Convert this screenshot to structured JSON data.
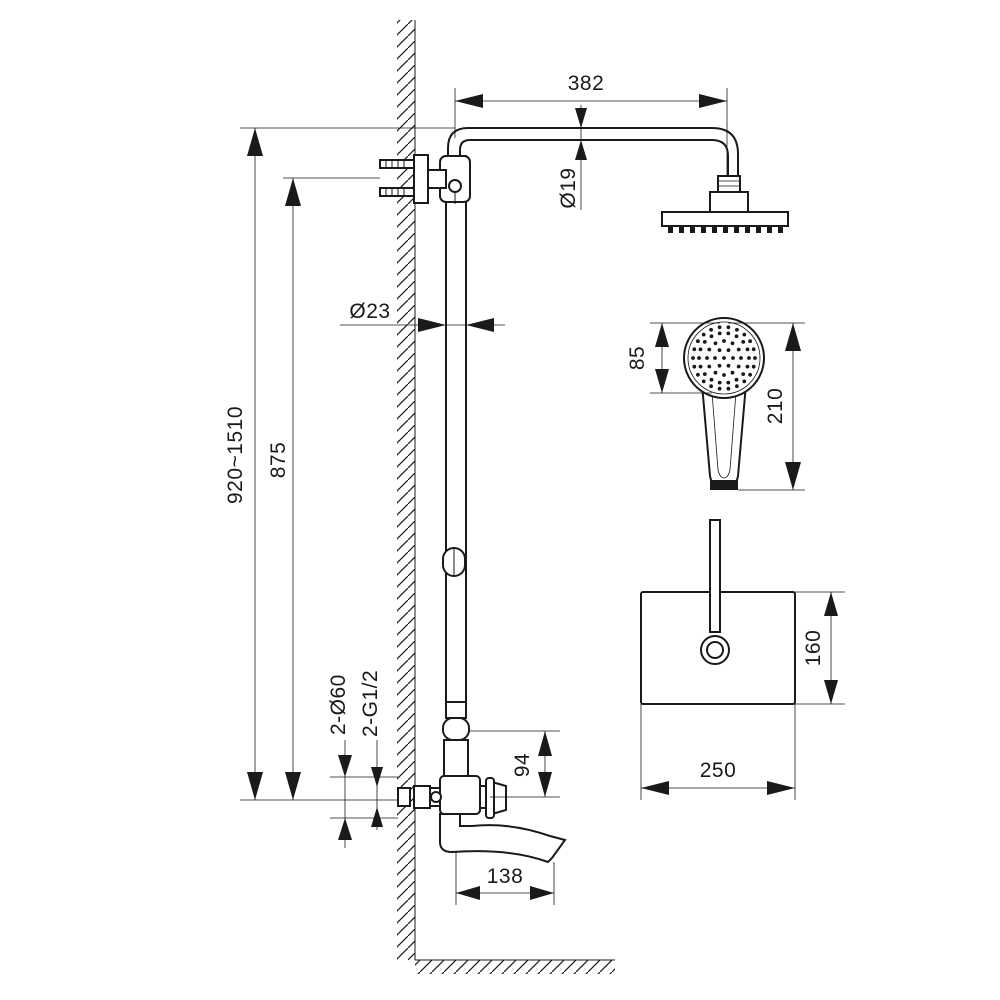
{
  "dimensions": {
    "shower_arm_length": "382",
    "arm_pipe_diameter": "Ø19",
    "riser_pipe_diameter": "Ø23",
    "total_height": "920~1510",
    "bracket_height": "875",
    "flange_diameter": "2-Ø60",
    "inlet_thread": "2-G1/2",
    "mixer_offset": "94",
    "spout_length": "138",
    "hand_shower_head_diameter": "85",
    "hand_shower_length": "210",
    "cover_plate_height": "160",
    "cover_plate_width": "250"
  }
}
